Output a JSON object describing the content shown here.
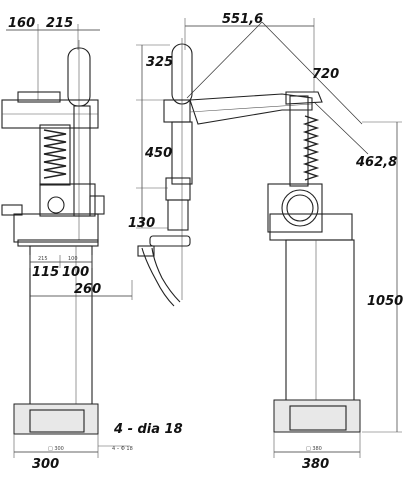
{
  "labels": {
    "d160": "160",
    "d215": "215",
    "d551_6": "551,6",
    "d325": "325",
    "d720": "720",
    "d450": "450",
    "d462_8": "462,8",
    "d130": "130",
    "d115": "115",
    "d100": "100",
    "d260": "260",
    "d1050": "1050",
    "holes": "4 - dia 18",
    "d300": "300",
    "d380": "380"
  },
  "small_text": {
    "t215": "215",
    "t100": "100",
    "t300": "□ 300",
    "t380": "□ 380",
    "t18": "4 – Φ 18"
  },
  "colors": {
    "line": "#222222",
    "background": "#ffffff"
  }
}
